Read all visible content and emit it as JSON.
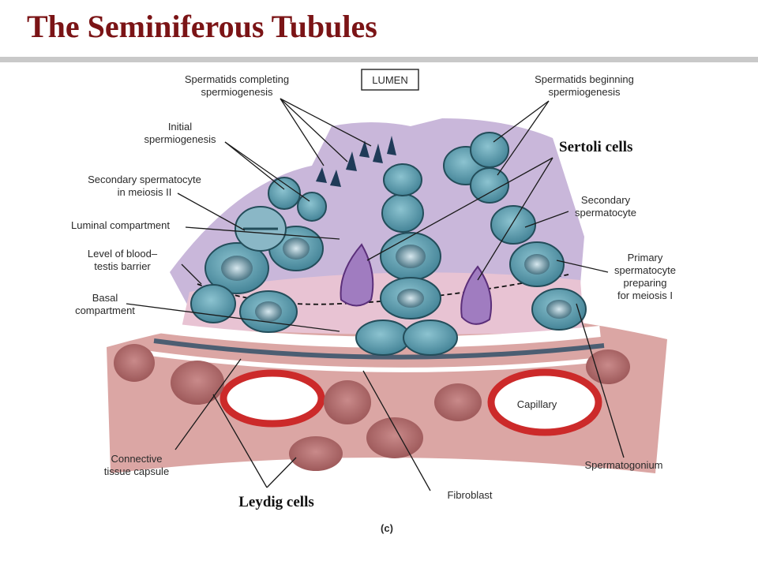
{
  "title": "The Seminiferous Tubules",
  "labels": {
    "spermatids_completing": [
      "Spermatids completing",
      "spermiogenesis"
    ],
    "lumen": "LUMEN",
    "spermatids_beginning": [
      "Spermatids beginning",
      "spermiogenesis"
    ],
    "initial_spermiogenesis": [
      "Initial",
      "spermiogenesis"
    ],
    "sertoli_cells": "Sertoli cells",
    "secondary_spermatocyte_meiosis": [
      "Secondary spermatocyte",
      "in meiosis II"
    ],
    "secondary_spermatocyte": [
      "Secondary",
      "spermatocyte"
    ],
    "luminal_compartment": "Luminal compartment",
    "blood_testis_barrier": [
      "Level of blood–",
      "testis barrier"
    ],
    "primary_spermatocyte": [
      "Primary",
      "spermatocyte",
      "preparing",
      "for meiosis I"
    ],
    "basal_compartment": [
      "Basal",
      "compartment"
    ],
    "capillary": "Capillary",
    "connective_tissue": [
      "Connective",
      "tissue capsule"
    ],
    "spermatogonium": "Spermatogonium",
    "fibroblast": "Fibroblast",
    "leydig_cells": "Leydig cells",
    "panel": "(c)"
  },
  "colors": {
    "title": "#7b1416",
    "lumen_purple": "#c7b6d8",
    "basal_pink": "#e6bfd0",
    "germ_cell": "#4f93a6",
    "sertoli": "#8a5aa8",
    "connective": "#d9a2a0",
    "capillary_red": "#cc2a2a"
  }
}
